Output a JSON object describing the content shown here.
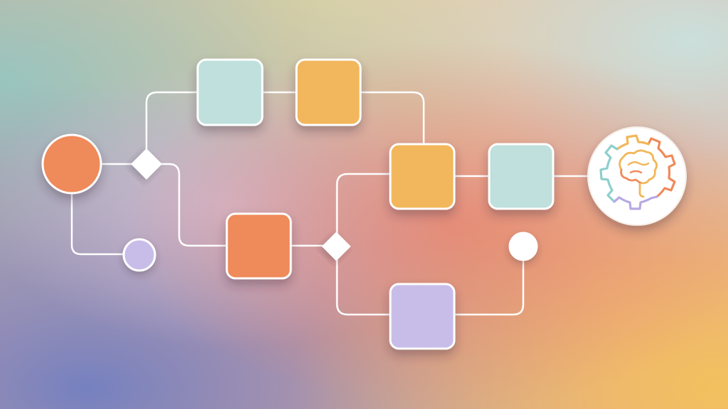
{
  "palette": {
    "orange": "#ef8a5a",
    "mint": "#bfe0dd",
    "amber": "#f2b75b",
    "lavender": "#c8bde9",
    "white": "#ffffff",
    "connector": "#ffffff"
  },
  "nodes": [
    {
      "name": "start-circle",
      "shape": "circle",
      "color": "#ef8a5a"
    },
    {
      "name": "end-circle-lavender",
      "shape": "circle",
      "color": "#c8bde9"
    },
    {
      "name": "decision-diamond-left",
      "shape": "diamond",
      "color": "#ffffff"
    },
    {
      "name": "process-box-mint-top",
      "shape": "rounded-square",
      "color": "#bfe0dd"
    },
    {
      "name": "process-box-amber-top",
      "shape": "rounded-square",
      "color": "#f2b75b"
    },
    {
      "name": "process-box-orange-middle",
      "shape": "rounded-square",
      "color": "#ef8a5a"
    },
    {
      "name": "decision-diamond-right",
      "shape": "diamond",
      "color": "#ffffff"
    },
    {
      "name": "process-box-amber-right",
      "shape": "rounded-square",
      "color": "#f2b75b"
    },
    {
      "name": "process-box-mint-right",
      "shape": "rounded-square",
      "color": "#bfe0dd"
    },
    {
      "name": "process-box-lavender-bottom",
      "shape": "rounded-square",
      "color": "#c8bde9"
    },
    {
      "name": "end-circle-white",
      "shape": "circle",
      "color": "#ffffff"
    },
    {
      "name": "brain-gear-badge",
      "shape": "circle",
      "color": "#ffffff",
      "icon": "brain-gear-icon"
    }
  ],
  "icon_colors": [
    "#ef8a5a",
    "#f2b75b",
    "#bfe0dd",
    "#c8bde9"
  ]
}
